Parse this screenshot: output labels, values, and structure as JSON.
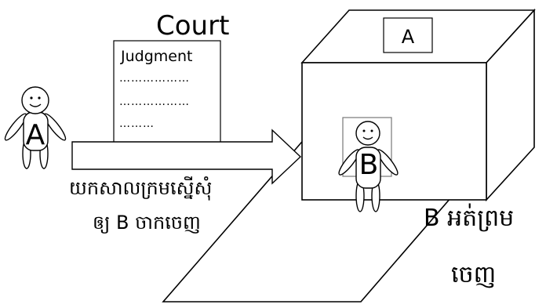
{
  "court": {
    "title": "Court",
    "sign_label": "A"
  },
  "judgment": {
    "title": "Judgment",
    "lines": [
      "………………",
      "………………",
      "………"
    ]
  },
  "person_a": {
    "label": "A"
  },
  "person_b": {
    "label": "B"
  },
  "request_text": [
    "យកសាលក្រមស្នើសុំ",
    "ឲ្យ B ចាកចេញ"
  ],
  "refusal_text": [
    "B អត់ព្រម",
    "ចេញ"
  ],
  "colors": {
    "stroke": "#000000",
    "background": "#ffffff",
    "figure_fill": "#ffffff"
  }
}
